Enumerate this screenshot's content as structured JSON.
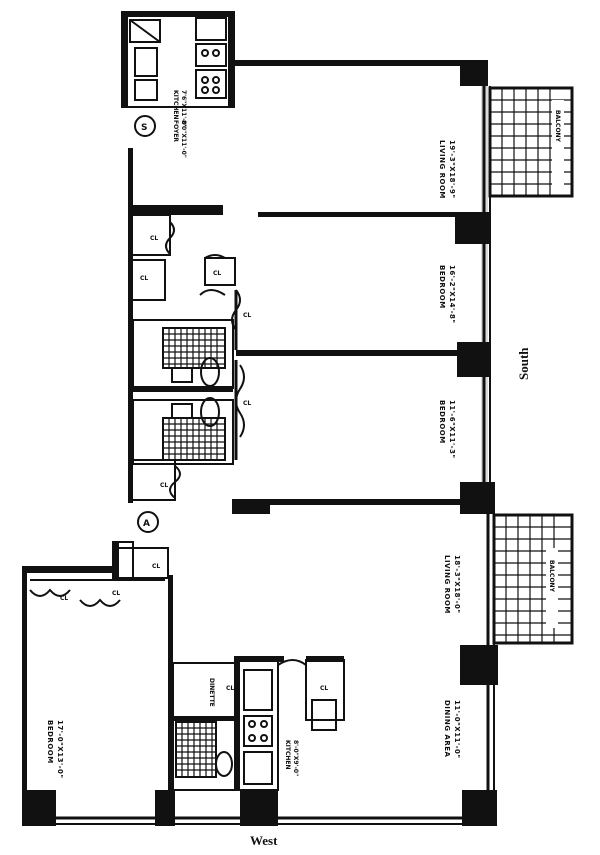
{
  "compass": {
    "south": "South",
    "west": "West"
  },
  "unitA": {
    "marker": "S",
    "rooms": {
      "kitchen": {
        "name": "KITCHEN",
        "dims": "7'6\"X11'-0\""
      },
      "foyer": {
        "name": "FOYER",
        "dims": "8'0\"X11'-0\""
      },
      "living": {
        "name": "LIVING ROOM",
        "dims": "19'-3\"X18'-9\""
      },
      "balcony": {
        "name": "BALCONY"
      },
      "bedroom1": {
        "name": "BEDROOM",
        "dims": "16'-2\"X14'-8\""
      },
      "bedroom2": {
        "name": "BEDROOM",
        "dims": "11'-6\"X11'-3\""
      }
    }
  },
  "unitB": {
    "marker": "A",
    "rooms": {
      "living": {
        "name": "LIVING ROOM",
        "dims": "18'-3\"X18'-0\""
      },
      "balcony": {
        "name": "BALCONY"
      },
      "dining": {
        "name": "DINING AREA",
        "dims": "11'-0\"X11'-0\""
      },
      "kitchen": {
        "name": "KITCHEN",
        "dims": "8'-0\"X9'-0\""
      },
      "bedroom": {
        "name": "BEDROOM",
        "dims": "17'-0\"X13'-0\""
      },
      "dinette": {
        "name": "DINETTE"
      }
    }
  },
  "closet_label": "CL"
}
